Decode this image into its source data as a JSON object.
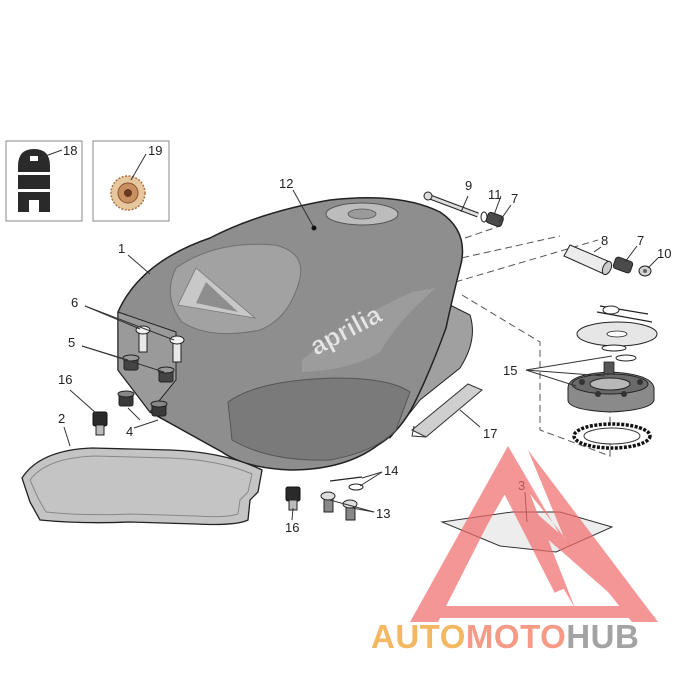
{
  "brand_logo_text": "aprilia",
  "callouts": {
    "c1": "1",
    "c2": "2",
    "c3": "3",
    "c4": "4",
    "c5": "5",
    "c6": "6",
    "c7a": "7",
    "c7b": "7",
    "c8": "8",
    "c9": "9",
    "c10": "10",
    "c11": "11",
    "c12": "12",
    "c13": "13",
    "c14": "14",
    "c15": "15",
    "c16a": "16",
    "c16b": "16",
    "c17": "17",
    "c18": "18",
    "c19": "19"
  },
  "watermark": {
    "part1": "AUTO",
    "part2": "MOTO",
    "part3": "HUB",
    "colors": {
      "part1": "#f5b862",
      "part2": "#f59a86",
      "part3": "#a3a3a3",
      "logo": "#f26a6a"
    }
  },
  "colors": {
    "tank_body": "#8e8e8e",
    "tank_dark": "#6f6f6f",
    "tank_light": "#b4b4b4",
    "pad": "#c4c4c4",
    "line": "#222222"
  }
}
